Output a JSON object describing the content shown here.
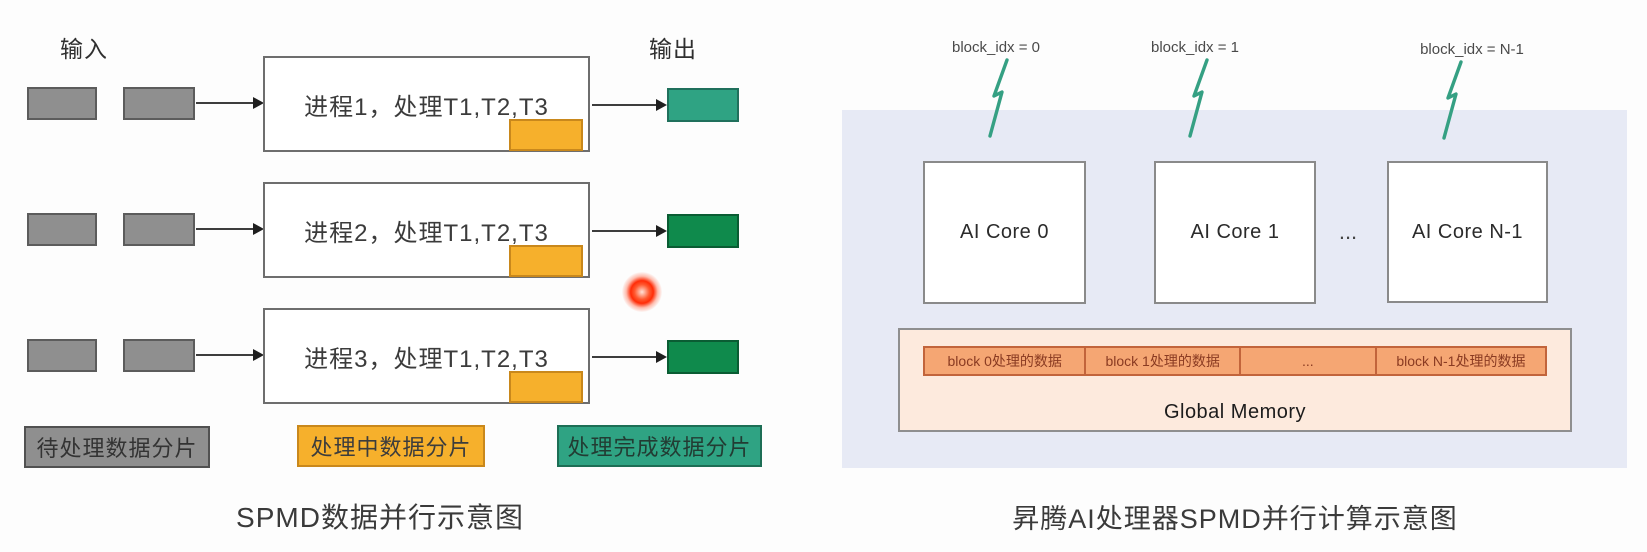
{
  "left_diagram": {
    "input_label": "输入",
    "output_label": "输出",
    "rows": [
      {
        "process_label": "进程1，处理T1,T2,T3"
      },
      {
        "process_label": "进程2，处理T1,T2,T3"
      },
      {
        "process_label": "进程3，处理T1,T2,T3"
      }
    ],
    "legend": [
      {
        "label": "待处理数据分片"
      },
      {
        "label": "处理中数据分片"
      },
      {
        "label": "处理完成数据分片"
      }
    ],
    "title": "SPMD数据并行示意图"
  },
  "right_diagram": {
    "block_labels": [
      "block_idx = 0",
      "block_idx = 1",
      "block_idx = N-1"
    ],
    "cores": [
      "AI Core 0",
      "AI Core 1",
      "AI Core N-1"
    ],
    "cores_ellipsis": "...",
    "memory": {
      "segments": [
        "block 0处理的数据",
        "block 1处理的数据",
        "...",
        "block N-1处理的数据"
      ],
      "label": "Global Memory"
    },
    "title": "昇腾AI处理器SPMD并行计算示意图"
  },
  "icons": {
    "lightning": "teal lightning-bolt stroke",
    "pointer_dot": "red glowing pointer dot"
  },
  "colors": {
    "pending_gray": "#8f8f8f",
    "processing_orange": "#f6b02c",
    "done_teal": "#2fa383",
    "done_green": "#0f8a4c",
    "panel_blue": "#e7eaf5",
    "memory_fill": "#fdeadd",
    "memory_segment_fill": "#f5a673",
    "bolt_teal": "#35a083",
    "pointer_red": "#ff2c07"
  }
}
